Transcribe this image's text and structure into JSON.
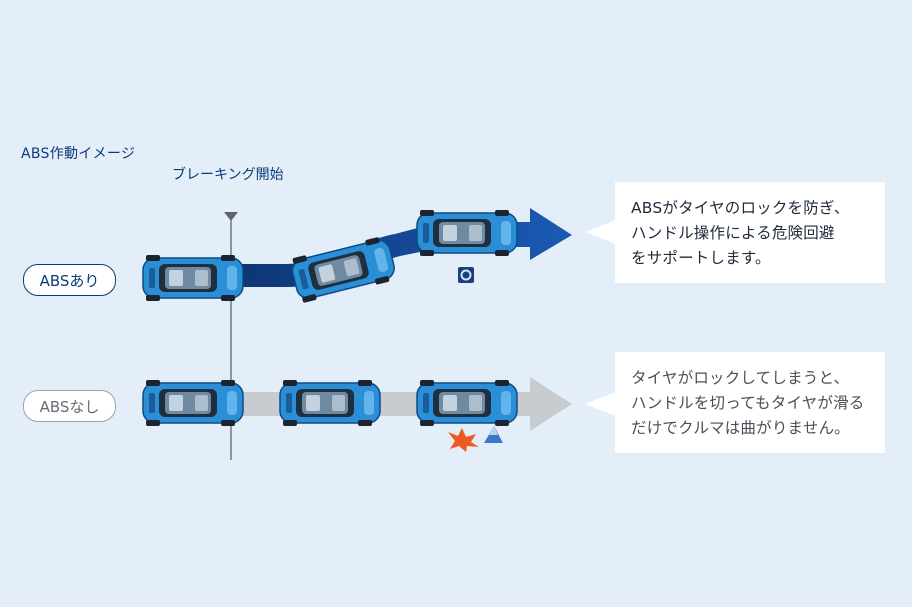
{
  "title": "ABS作動イメージ",
  "braking_label": "ブレーキング開始",
  "row_on": {
    "label": "ABSあり",
    "description": [
      "ABSがタイヤのロックを防ぎ、",
      "ハンドル操作による危険回避",
      "をサポートします。"
    ]
  },
  "row_off": {
    "label": "ABSなし",
    "description": [
      "タイヤがロックしてしまうと、",
      "ハンドルを切ってもタイヤが滑る",
      "だけでクルマは曲がりません。"
    ]
  },
  "colors": {
    "background": "#e3eef9",
    "path_on": "#0d3b7a",
    "path_off": "#c8ccd1",
    "car_body": "#2a8fd6",
    "skid": "#f05a22"
  },
  "icons": [
    "car-icon",
    "abs-indicator-icon",
    "skid-spark-icon",
    "cone-icon"
  ]
}
